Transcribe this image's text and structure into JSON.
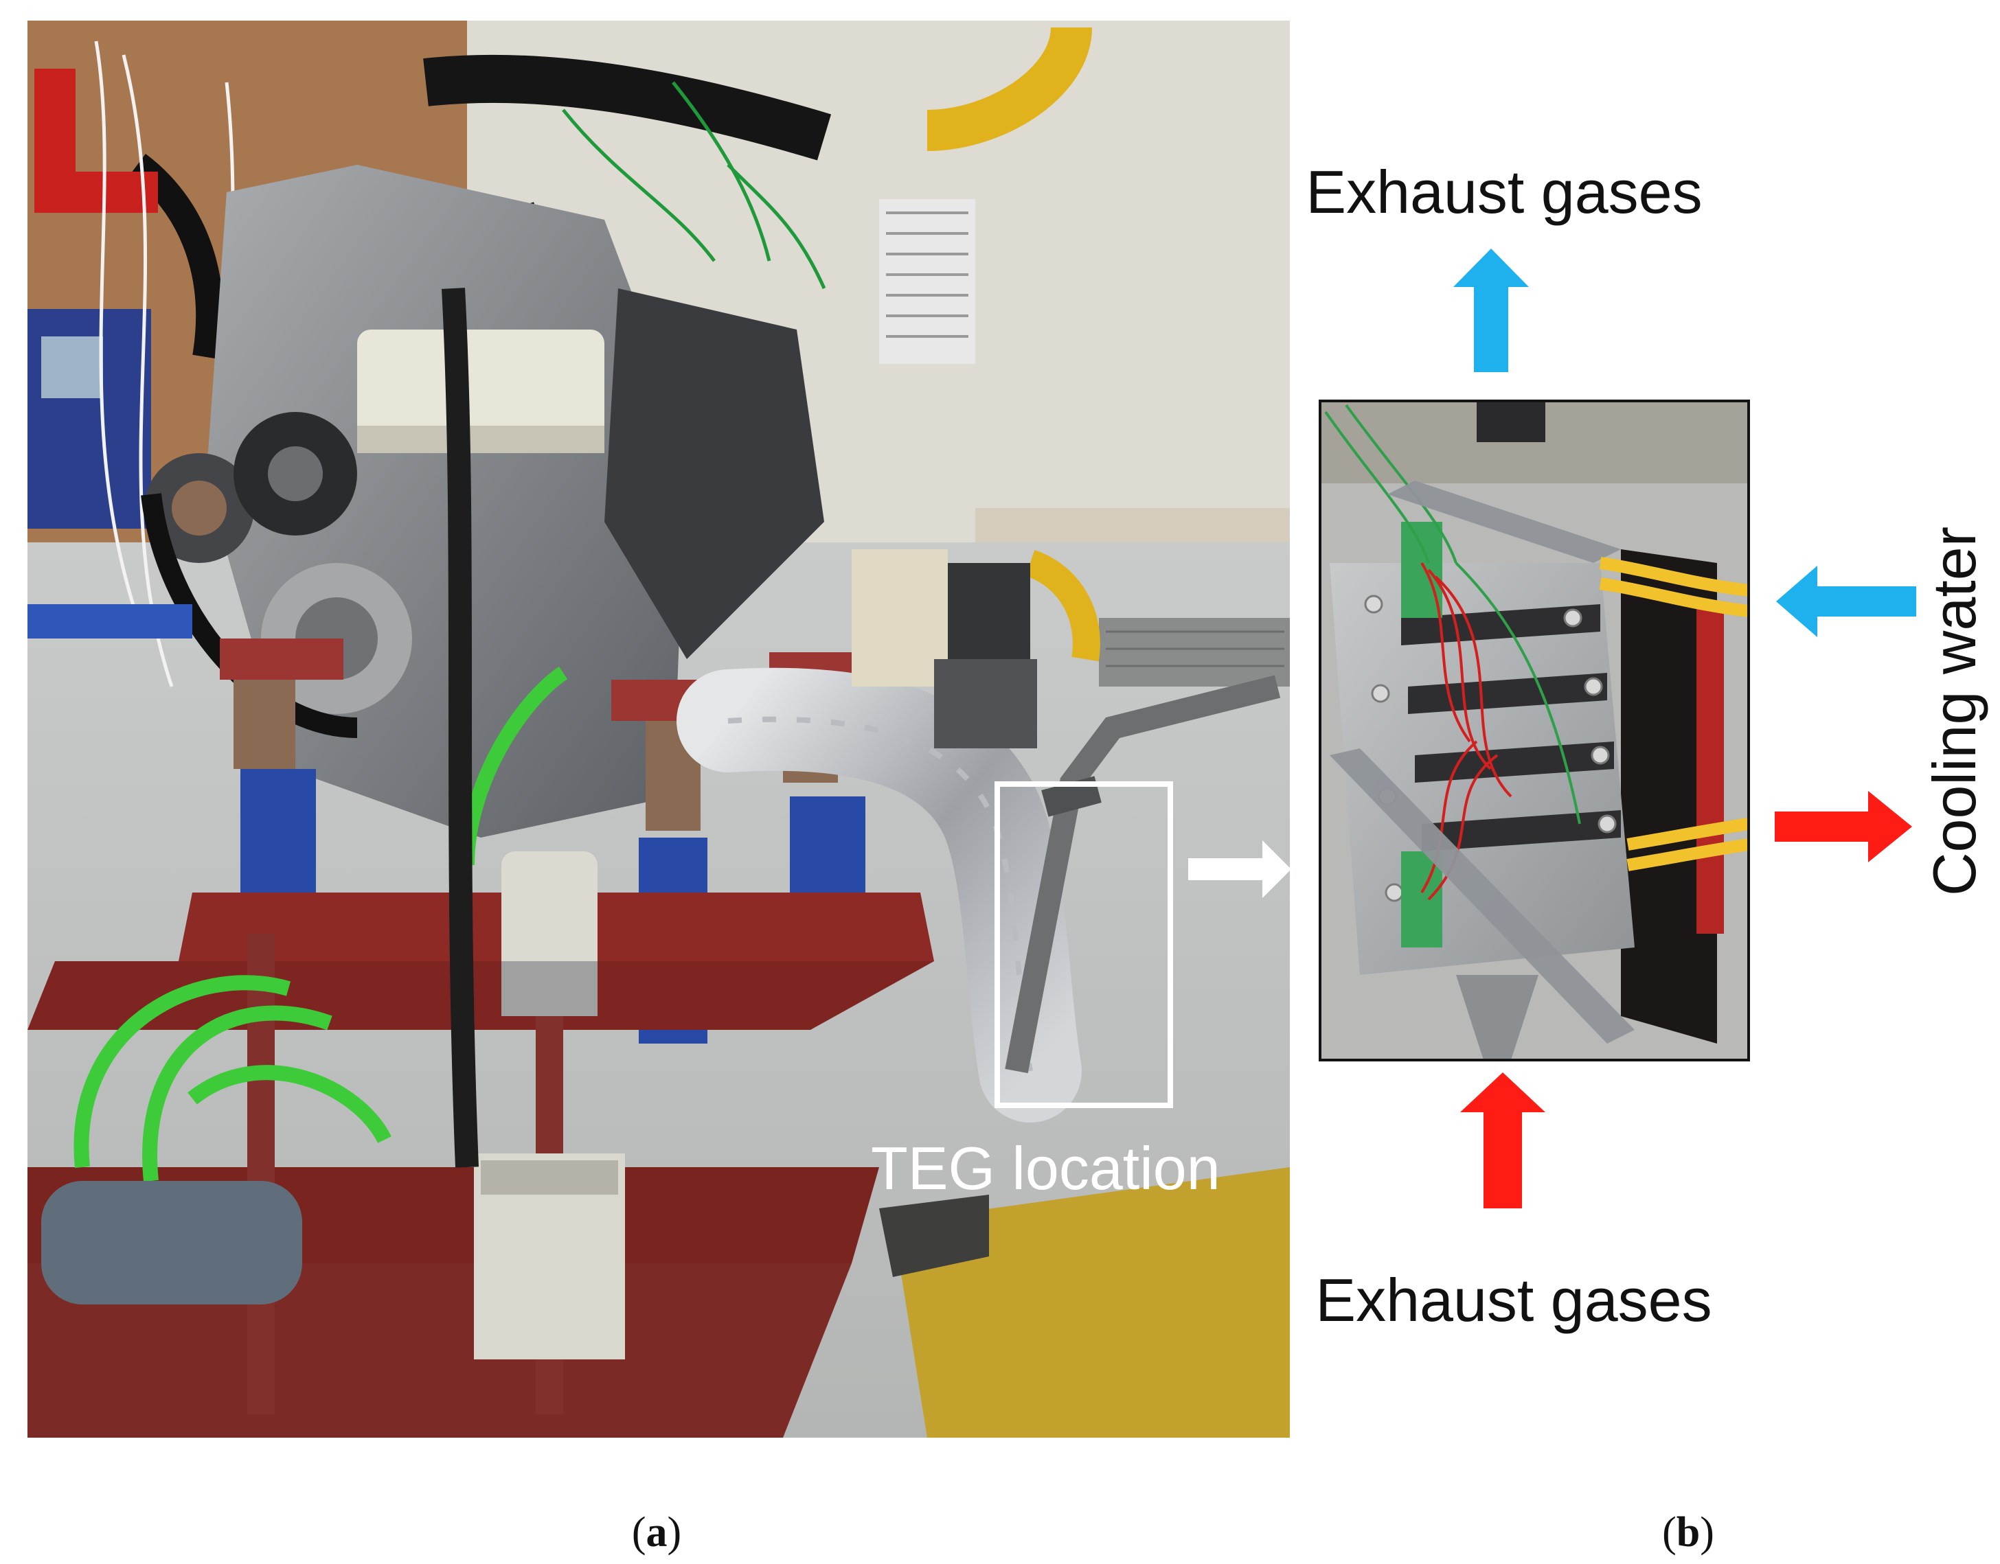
{
  "figure": {
    "labels": {
      "exhaust_out": "Exhaust gases",
      "exhaust_in": "Exhaust gases",
      "cooling_water": "Cooling water",
      "teg_location": "TEG location"
    },
    "subcaptions": {
      "a_open": "(",
      "a_letter": "a",
      "a_close": ")",
      "b_open": "(",
      "b_letter": "b",
      "b_close": ")"
    },
    "colors": {
      "cold_arrow": "#1fb1ee",
      "hot_arrow": "#ff1c14",
      "pointer_arrow": "#ffffff",
      "frame": "#ffffff"
    },
    "icons": {
      "engine_photo": "engine-test-bench-photo",
      "teg_photo": "teg-module-closeup-photo"
    }
  }
}
